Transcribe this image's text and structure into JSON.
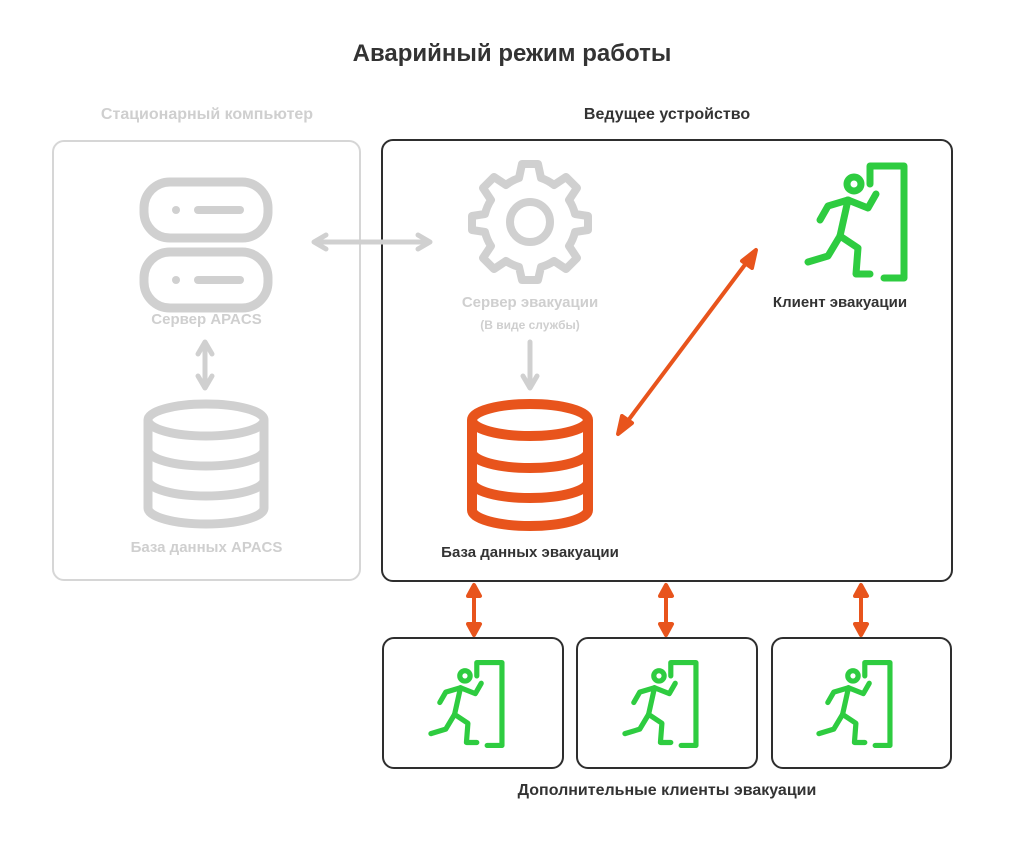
{
  "title": "Аварийный режим работы",
  "stationary": {
    "heading": "Стационарный компьютер",
    "server_label": "Сервер APACS",
    "db_label": "База данных APACS"
  },
  "lead": {
    "heading": "Ведущее устройство",
    "evac_server_label": "Сервер эвакуации",
    "evac_server_sub": "(В виде службы)",
    "evac_db_label": "База данных эвакуации",
    "evac_client_label": "Клиент эвакуации"
  },
  "extra_clients": {
    "caption": "Дополнительные клиенты эвакуации",
    "count": 3
  },
  "colors": {
    "inactive": "#d0d0d0",
    "active_orange": "#e8541c",
    "client_green": "#2ecc40",
    "border_dark": "#2e2e2e",
    "text_dark": "#333333"
  },
  "icons": {
    "server": "server-stack-icon",
    "database": "database-icon",
    "gear": "gear-icon",
    "evacuation": "running-exit-icon"
  }
}
